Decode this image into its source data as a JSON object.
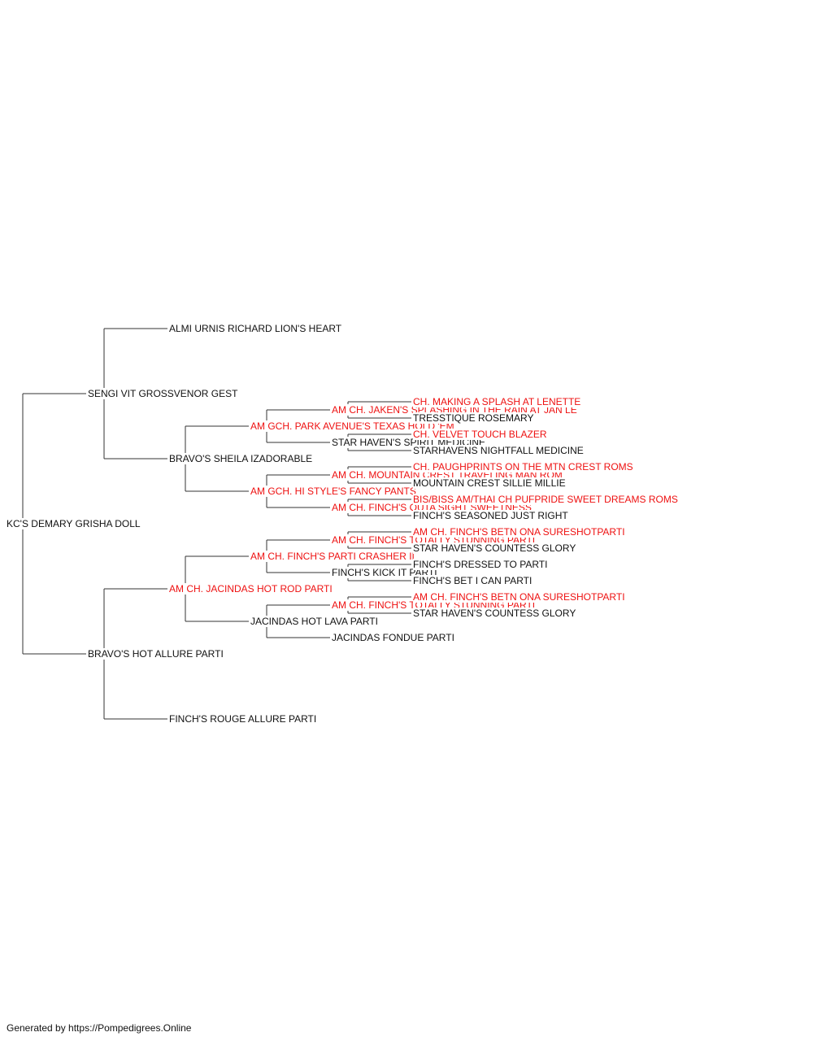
{
  "colors": {
    "champion": "#ee1111",
    "normal": "#111111",
    "line": "#333333"
  },
  "pedigree": {
    "subject": "KC'S DEMARY GRISHA DOLL",
    "sire": {
      "name": "SENGI VIT GROSSVENOR GEST",
      "sire": {
        "name": "ALMI URNIS RICHARD LION'S HEART"
      },
      "dam": {
        "name": "BRAVO'S SHEILA IZADORABLE",
        "sire": {
          "name": "AM GCH. PARK AVENUE'S TEXAS HOLD 'EM",
          "sire": {
            "name": "AM CH. JAKEN'S SPLASHING IN THE RAIN AT JAN LE",
            "sire": {
              "name": "CH. MAKING A SPLASH AT LENETTE"
            },
            "dam": {
              "name": "TRESSTIQUE ROSEMARY"
            }
          },
          "dam": {
            "name": "STAR HAVEN'S SPIRIT MEDICINE",
            "sire": {
              "name": "CH. VELVET TOUCH BLAZER"
            },
            "dam": {
              "name": "STARHAVENS NIGHTFALL MEDICINE"
            }
          }
        },
        "dam": {
          "name": "AM GCH. HI STYLE'S FANCY PANTS",
          "sire": {
            "name": "AM CH. MOUNTAIN CREST TRAVELING MAN ROM",
            "sire": {
              "name": "CH. PAUGHPRINTS ON THE MTN CREST ROMS"
            },
            "dam": {
              "name": "MOUNTAIN CREST SILLIE MILLIE"
            }
          },
          "dam": {
            "name": "AM CH. FINCH'S OUTA SIGHT SWEETNESS",
            "sire": {
              "name": "BIS/BISS AM/THAI CH PUFPRIDE SWEET DREAMS ROMS"
            },
            "dam": {
              "name": "FINCH'S SEASONED JUST RIGHT"
            }
          }
        }
      }
    },
    "dam": {
      "name": "BRAVO'S HOT ALLURE PARTI",
      "sire": {
        "name": "AM CH. JACINDAS HOT ROD PARTI",
        "sire": {
          "name": "AM CH. FINCH'S PARTI CRASHER II",
          "sire": {
            "name": "AM CH. FINCH'S TOTALLY STUNNING PARTI",
            "sire": {
              "name": "AM CH. FINCH'S BETN ONA SURESHOTPARTI"
            },
            "dam": {
              "name": "STAR HAVEN'S COUNTESS GLORY"
            }
          },
          "dam": {
            "name": "FINCH'S KICK IT PARTI",
            "sire": {
              "name": "FINCH'S DRESSED TO PARTI"
            },
            "dam": {
              "name": "FINCH'S BET I CAN PARTI"
            }
          }
        },
        "dam": {
          "name": "JACINDAS HOT LAVA PARTI",
          "sire": {
            "name": "AM CH. FINCH'S TOTALLY STUNNING PARTI",
            "sire": {
              "name": "AM CH. FINCH'S BETN ONA SURESHOTPARTI"
            },
            "dam": {
              "name": "STAR HAVEN'S COUNTESS GLORY"
            }
          },
          "dam": {
            "name": "JACINDAS FONDUE PARTI"
          }
        }
      },
      "dam": {
        "name": "FINCH'S ROUGE ALLURE PARTI"
      }
    }
  },
  "footer": {
    "text": "Generated by https://Pompedigrees.Online"
  }
}
